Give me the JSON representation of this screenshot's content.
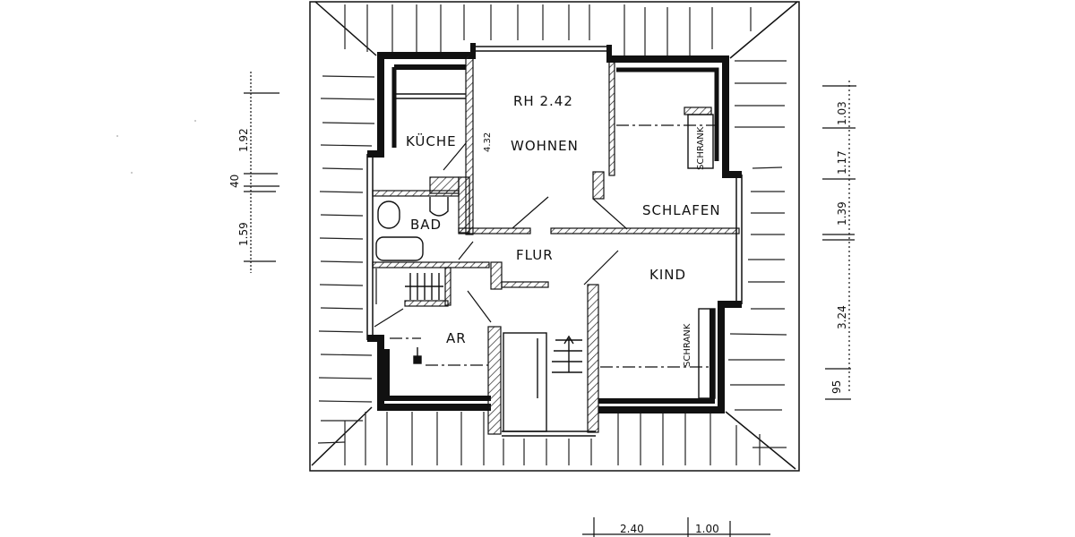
{
  "plan": {
    "title": "Dachgeschoss floor plan sketch",
    "colors": {
      "ink": "#111111",
      "paper": "#ffffff",
      "hatch": "#222222"
    },
    "room_height_label": "RH 2.42",
    "rooms": [
      {
        "id": "kueche",
        "label": "KÜCHE"
      },
      {
        "id": "wohnen",
        "label": "WOHNEN"
      },
      {
        "id": "schlafen",
        "label": "SCHLAFEN"
      },
      {
        "id": "bad",
        "label": "BAD"
      },
      {
        "id": "flur",
        "label": "FLUR"
      },
      {
        "id": "kind",
        "label": "KIND"
      },
      {
        "id": "ar",
        "label": "AR"
      }
    ],
    "annotations": {
      "schrank_upper": "SCHRANK",
      "schrank_lower": "SCHRANK",
      "wohnen_depth": "4.32"
    },
    "dimensions_left": [
      "1.92",
      "40",
      "1.59"
    ],
    "dimensions_right": [
      "1.03",
      "1.17",
      "1.39",
      "3.24",
      "95"
    ],
    "dimensions_bottom": [
      "2.40",
      "1.00"
    ]
  }
}
